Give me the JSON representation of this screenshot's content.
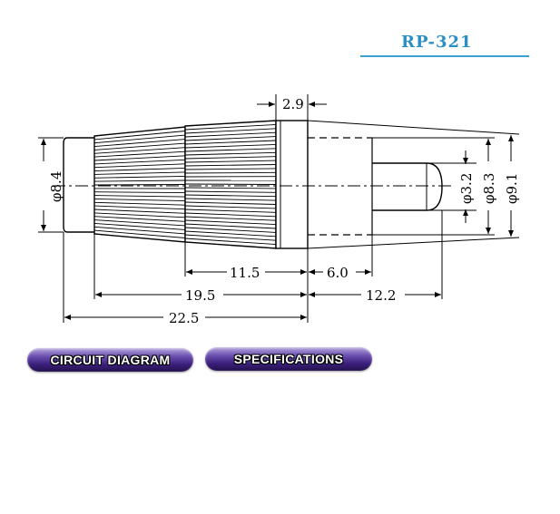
{
  "title": "RP-321",
  "buttons": {
    "circuit": "CIRCUIT DIAGRAM",
    "specifications": "SPECIFICATIONS"
  },
  "dimensions": {
    "top_ring": "2.9",
    "left_dia": "φ8.4",
    "pin_dia": "φ3.2",
    "body_dia": "φ8.3",
    "ring_dia": "φ9.1",
    "knurl_len": "11.5",
    "ring_len": "6.0",
    "body_len": "19.5",
    "pin_len": "12.2",
    "total_len": "22.5"
  }
}
